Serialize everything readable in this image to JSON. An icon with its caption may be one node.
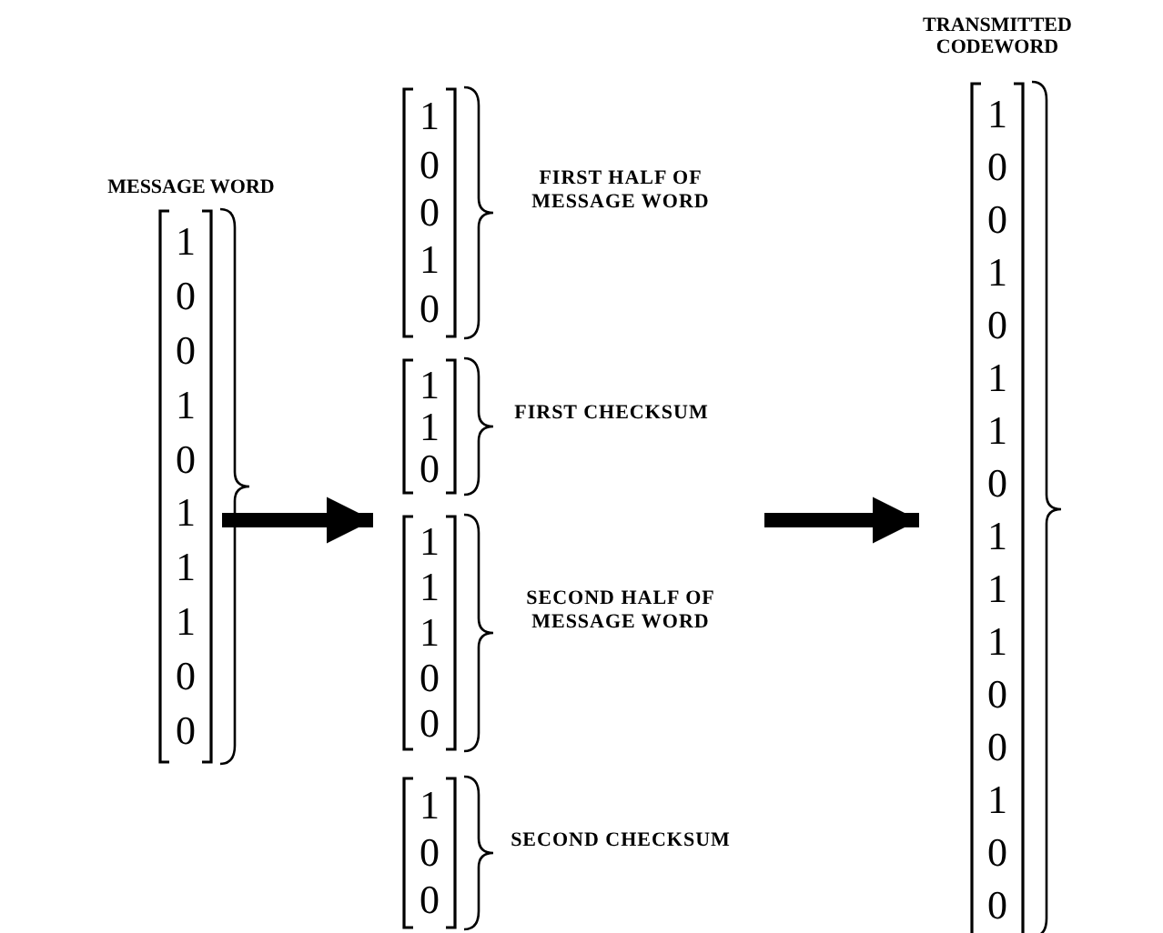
{
  "diagram": {
    "nodes": [
      {
        "text": [
          "MESSAGE WORD",
          "1",
          "0",
          "0",
          "1",
          "0",
          "1",
          "1",
          "1",
          "0",
          "0"
        ]
      },
      {
        "text": [
          "1",
          "0",
          "0",
          "1",
          "0"
        ],
        "beside": [
          "FIRST HALF OF MESSAGE WORD"
        ]
      },
      {
        "text": [
          "1",
          "1",
          "0"
        ],
        "beside": [
          "FIRST CHECKSUM"
        ]
      },
      {
        "text": [
          "1",
          "1",
          "1",
          "0",
          "0"
        ],
        "beside": [
          "SECOND HALF OF MESSAGE WORD"
        ]
      },
      {
        "text": [
          "1",
          "0",
          "0"
        ],
        "beside": [
          "SECOND CHECKSUM"
        ]
      },
      {
        "text": [
          "TRANSMITTED CODEWORD",
          "1",
          "0",
          "0",
          "1",
          "0",
          "1",
          "1",
          "0",
          "1",
          "1",
          "1",
          "0",
          "0",
          "1",
          "0",
          "0"
        ]
      }
    ],
    "edges": [
      {
        "from": 0,
        "to": 3,
        "arrow": "to"
      },
      {
        "from": 3,
        "to": 5,
        "arrow": "to"
      }
    ]
  }
}
